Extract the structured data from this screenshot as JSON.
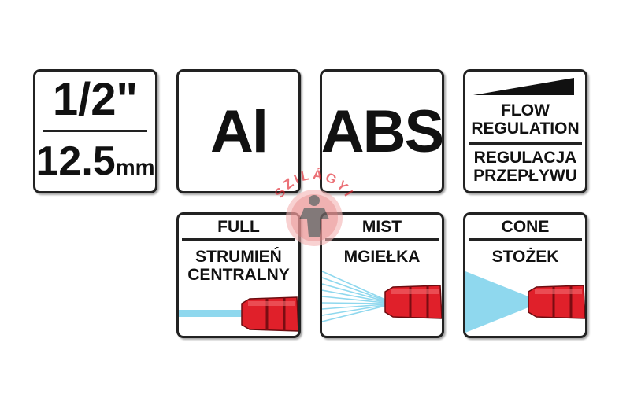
{
  "size": {
    "fraction": "1/2\"",
    "number": "12.5",
    "unit": "mm"
  },
  "material": {
    "label": "Al"
  },
  "plastic": {
    "label": "ABS"
  },
  "flow": {
    "line1": "FLOW",
    "line2": "REGULATION",
    "line3": "REGULACJA",
    "line4": "PRZEPŁYWU"
  },
  "full": {
    "label_en": "FULL",
    "label_pl_1": "STRUMIEŃ",
    "label_pl_2": "CENTRALNY"
  },
  "mist": {
    "label_en": "MIST",
    "label_pl": "MGIEŁKA"
  },
  "cone": {
    "label_en": "CONE",
    "label_pl": "STOŻEK"
  },
  "watermark": {
    "text": "SZILÁGYI"
  },
  "colors": {
    "nozzle_red": "#e0202a",
    "spray_blue": "#8fd8ee",
    "frame": "#222222"
  }
}
